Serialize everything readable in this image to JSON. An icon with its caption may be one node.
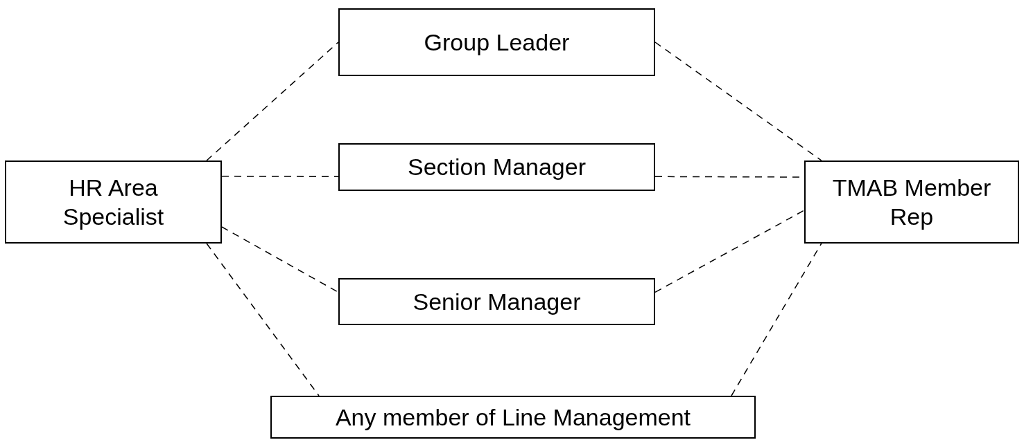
{
  "diagram": {
    "nodes": [
      {
        "text": [
          "HR Area Specialist"
        ]
      },
      {
        "text": [
          "Group Leader"
        ]
      },
      {
        "text": [
          "Section Manager"
        ]
      },
      {
        "text": [
          "Senior Manager"
        ]
      },
      {
        "text": [
          "TMAB Member Rep"
        ]
      },
      {
        "text": [
          "Any member of Line Management"
        ]
      }
    ],
    "edges": [
      {
        "from": 0,
        "to": 1,
        "arrow": "none",
        "style": "dashed"
      },
      {
        "from": 0,
        "to": 2,
        "arrow": "none",
        "style": "dashed"
      },
      {
        "from": 0,
        "to": 3,
        "arrow": "none",
        "style": "dashed"
      },
      {
        "from": 0,
        "to": 5,
        "arrow": "none",
        "style": "dashed"
      },
      {
        "from": 1,
        "to": 4,
        "arrow": "none",
        "style": "dashed"
      },
      {
        "from": 2,
        "to": 4,
        "arrow": "none",
        "style": "dashed"
      },
      {
        "from": 3,
        "to": 4,
        "arrow": "none",
        "style": "dashed"
      },
      {
        "from": 5,
        "to": 4,
        "arrow": "none",
        "style": "dashed"
      }
    ]
  }
}
